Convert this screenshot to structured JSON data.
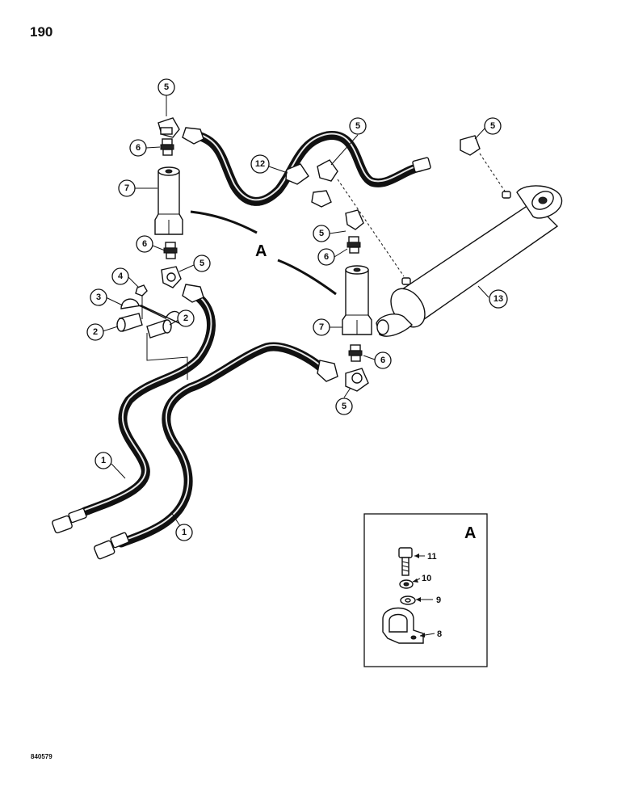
{
  "page_number": "190",
  "figure_code": "840579",
  "view_label": "A",
  "inset_label": "A",
  "callouts": {
    "c1a": "1",
    "c1b": "1",
    "c2a": "2",
    "c2b": "2",
    "c3": "3",
    "c4": "4",
    "c5a": "5",
    "c5b": "5",
    "c5c": "5",
    "c5d": "5",
    "c5e": "5",
    "c5f": "5",
    "c6a": "6",
    "c6b": "6",
    "c6c": "6",
    "c6d": "6",
    "c7a": "7",
    "c7b": "7",
    "c12": "12",
    "c13": "13"
  },
  "inset_callouts": {
    "c8": "8",
    "c9": "9",
    "c10": "10",
    "c11": "11"
  }
}
